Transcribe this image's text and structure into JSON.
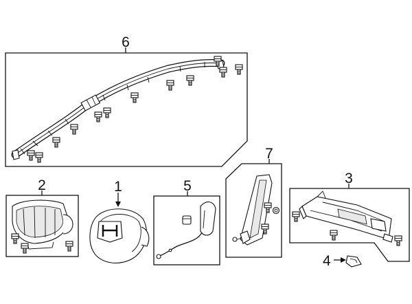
{
  "callouts": {
    "c1": "1",
    "c2": "2",
    "c3": "3",
    "c4": "4",
    "c5": "5",
    "c6": "6",
    "c7": "7"
  },
  "icons": {
    "bolt": "bolt-icon",
    "clip": "clip-icon",
    "logo": "emblem-icon"
  },
  "colors": {
    "line": "#111111",
    "background": "#ffffff"
  }
}
